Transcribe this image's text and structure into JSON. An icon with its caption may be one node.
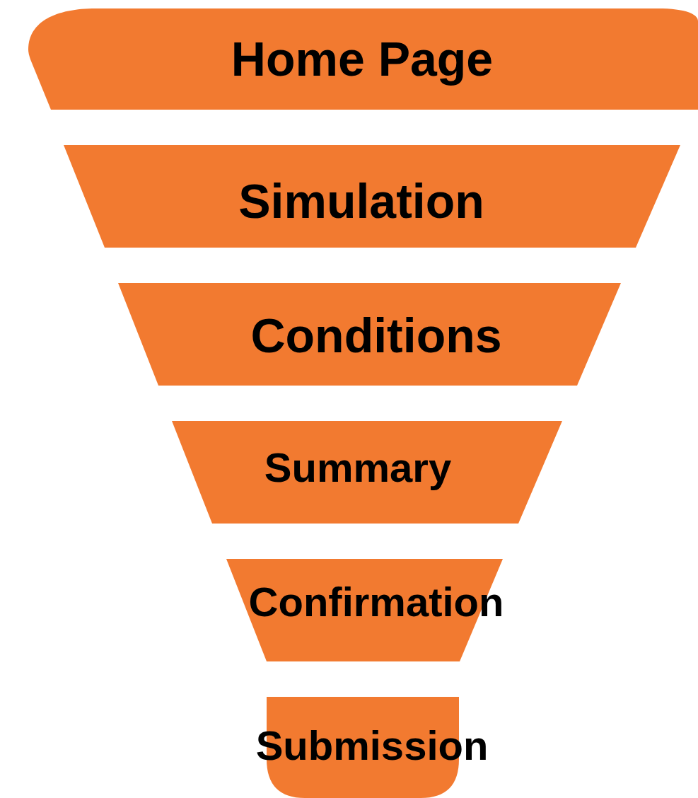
{
  "diagram": {
    "nodes": [
      {
        "text": [
          "Home Page"
        ]
      },
      {
        "text": [
          "Simulation"
        ]
      },
      {
        "text": [
          "Conditions"
        ]
      },
      {
        "text": [
          "Summary"
        ]
      },
      {
        "text": [
          "Confirmation"
        ]
      },
      {
        "text": [
          "Submission"
        ]
      }
    ]
  }
}
